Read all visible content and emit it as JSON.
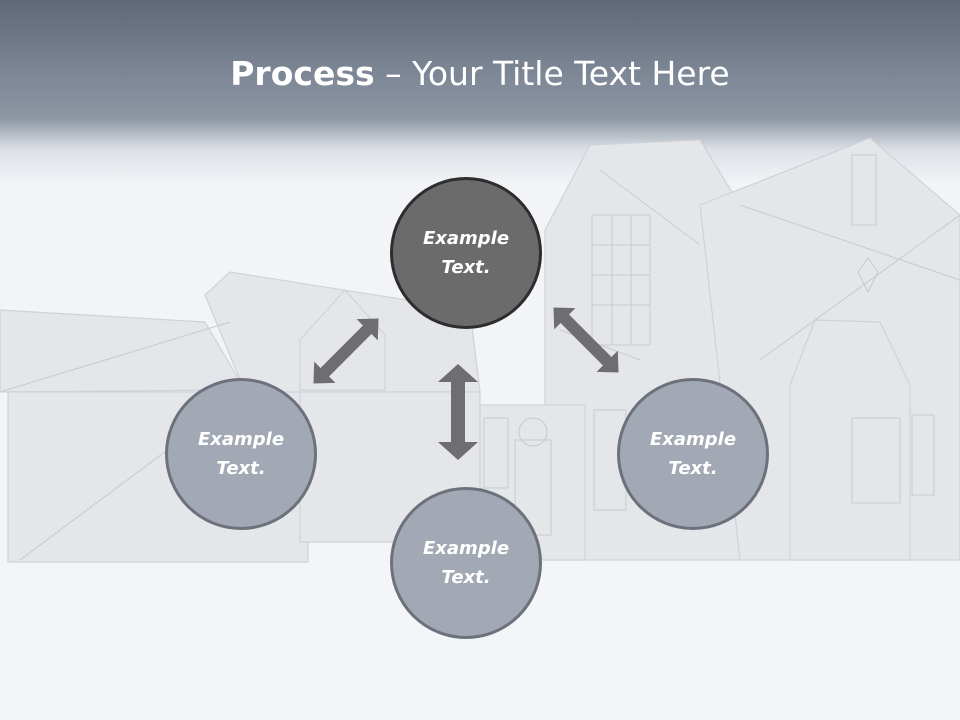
{
  "title": {
    "bold": "Process",
    "rest": " – Your Title Text Here"
  },
  "nodes": [
    {
      "id": "top",
      "text": "Example Text."
    },
    {
      "id": "left",
      "text": "Example Text."
    },
    {
      "id": "right",
      "text": "Example Text."
    },
    {
      "id": "bottom",
      "text": "Example Text."
    }
  ],
  "colors": {
    "header": "#6b7482",
    "dark_node": "#6b6b6c",
    "light_node": "#a3a9b4",
    "arrow": "#6e6e70"
  }
}
